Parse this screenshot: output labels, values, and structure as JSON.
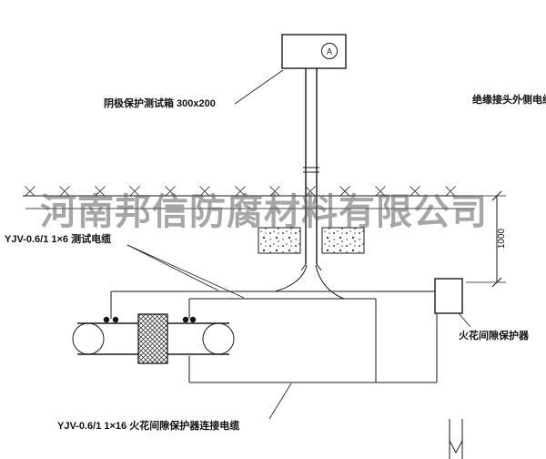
{
  "watermark": {
    "text": "河南邦信防腐材料有限公司"
  },
  "labels": {
    "test_box": "阴极保护测试箱 300x200",
    "outer_cable": "绝缘接头外侧电缆",
    "test_cable": "YJV-0.6/1 1×6  测试电缆",
    "spark_protector": "火花间隙保护器",
    "connection_cable": "YJV-0.6/1 1×16  火花间隙保护器连接电缆",
    "dimension_1000": "1000",
    "ammeter": "A"
  },
  "colors": {
    "line": "#1a1a1a",
    "watermark": "#5f5f5f",
    "background": "#ffffff"
  }
}
